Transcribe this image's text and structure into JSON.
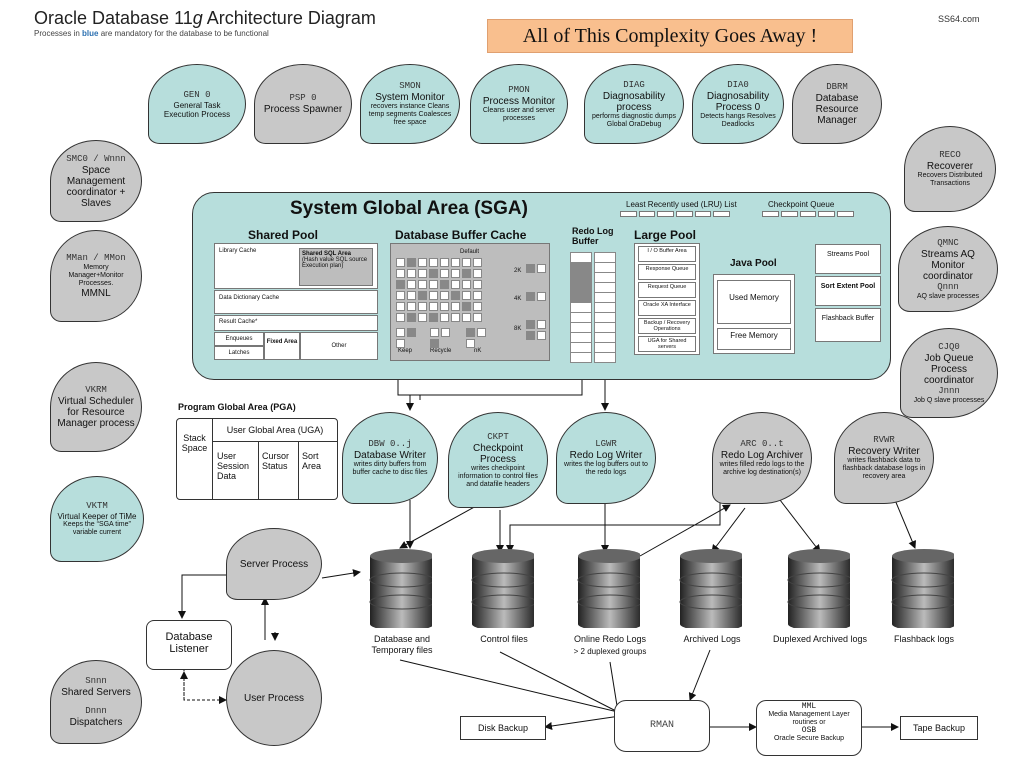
{
  "header": {
    "title_pre": "Oracle Database 11",
    "title_g": "g",
    "title_post": " Architecture Diagram",
    "subtitle_pre": "Processes in ",
    "subtitle_blue": "blue",
    "subtitle_post": " are mandatory for the database to be functional",
    "site": "SS64.com",
    "banner": "All of This Complexity Goes Away !"
  },
  "top_processes": [
    {
      "code": "GEN 0",
      "name": "General Task Execution Process",
      "desc": "",
      "color": "blue"
    },
    {
      "code": "PSP 0",
      "name": "Process Spawner",
      "desc": "",
      "color": "grey"
    },
    {
      "code": "SMON",
      "name": "System Monitor",
      "desc": "recovers instance Cleans temp segments Coalesces free space",
      "color": "blue"
    },
    {
      "code": "PMON",
      "name": "Process Monitor",
      "desc": "Cleans user and server processes",
      "color": "blue"
    },
    {
      "code": "DIAG",
      "name": "Diagnosability process",
      "desc": "performs diagnostic dumps Global OraDebug",
      "color": "blue"
    },
    {
      "code": "DIA0",
      "name": "Diagnosability Process 0",
      "desc": "Detects hangs Resolves Deadlocks",
      "color": "blue"
    },
    {
      "code": "DBRM",
      "name": "Database Resource Manager",
      "desc": "",
      "color": "grey"
    }
  ],
  "left_processes": [
    {
      "code": "SMC0 / Wnnn",
      "name": "Space Management coordinator + Slaves",
      "desc": "",
      "color": "grey"
    },
    {
      "code": "MMan / MMon",
      "name": "MMNL",
      "desc": "Memory Manager+Monitor Processes.",
      "color": "grey"
    },
    {
      "code": "VKRM",
      "name": "Virtual Scheduler for Resource Manager process",
      "desc": "",
      "color": "grey"
    },
    {
      "code": "VKTM",
      "name": "Virtual Keeper of TiMe",
      "desc": "Keeps the “SGA time” variable current",
      "color": "blue"
    },
    {
      "code": "Snnn",
      "name": "Shared Servers",
      "desc": "",
      "color": "grey"
    }
  ],
  "dispatchers": {
    "code": "Dnnn",
    "name": "Dispatchers"
  },
  "right_processes": [
    {
      "code": "RECO",
      "name": "Recoverer",
      "desc": "Recovers Distributed Transactions",
      "color": "grey"
    },
    {
      "code": "QMNC",
      "name": "Streams AQ Monitor coordinator",
      "sub_code": "Qnnn",
      "desc": "AQ slave processes",
      "color": "grey"
    },
    {
      "code": "CJQ0",
      "name": "Job Queue Process coordinator",
      "sub_code": "Jnnn",
      "desc": "Job Q slave processes",
      "color": "grey"
    }
  ],
  "sga": {
    "title": "System Global Area (SGA)",
    "lru": "Least Recently used (LRU) List",
    "checkpoint_queue": "Checkpoint Queue",
    "shared_pool": "Shared Pool",
    "library_cache": "Library Cache",
    "shared_sql": "Shared SQL Area",
    "shared_sql_desc": "(Hash value SQL source Execution plan)",
    "dd_cache": "Data Dictionary Cache",
    "result_cache": "Result Cache*",
    "enqueues": "Enqueues",
    "latches": "Latches",
    "fixed_area": "Fixed Area",
    "other": "Other",
    "buffer_cache": "Database Buffer Cache",
    "default": "Default",
    "keep": "Keep",
    "recycle": "Recycle",
    "nk": "nK",
    "k2": "2K",
    "k4": "4K",
    "k8": "8K",
    "redo_buffer": "Redo Log Buffer",
    "large_pool": "Large Pool",
    "large_items": [
      "I / O Buffer Area",
      "Response Queue",
      "Request Queue",
      "Oracle XA Interface",
      "Backup / Recovery Operations",
      "UGA for Shared servers"
    ],
    "java_pool": "Java Pool",
    "used_memory": "Used Memory",
    "free_memory": "Free Memory",
    "streams_pool": "Streams Pool",
    "sort_extent_pool": "Sort Extent Pool",
    "flashback_buffer": "Flashback Buffer"
  },
  "pga": {
    "title": "Program Global Area (PGA)",
    "stack_space": "Stack Space",
    "uga": "User Global Area (UGA)",
    "user_session": "User Session Data",
    "cursor_status": "Cursor Status",
    "sort_area": "Sort Area"
  },
  "bottom_processes": [
    {
      "code": "DBW 0..j",
      "name": "Database Writer",
      "desc": "writes dirty buffers from buffer cache to disc files",
      "color": "blue"
    },
    {
      "code": "CKPT",
      "name": "Checkpoint Process",
      "desc": "writes checkpoint information to control files and datafile headers",
      "color": "blue"
    },
    {
      "code": "LGWR",
      "name": "Redo Log Writer",
      "desc": "writes the log buffers out to the redo logs",
      "color": "blue"
    },
    {
      "code": "ARC 0..t",
      "name": "Redo Log Archiver",
      "desc": "writes filled redo logs to the archive log destination(s)",
      "color": "grey"
    },
    {
      "code": "RVWR",
      "name": "Recovery Writer",
      "desc": "writes flashback data to flashback database logs in recovery area",
      "color": "grey"
    }
  ],
  "server_process": "Server Process",
  "user_process": "User Process",
  "listener": "Database Listener",
  "files": [
    {
      "name": "Database and Temporary files",
      "sub": ""
    },
    {
      "name": "Control files",
      "sub": ""
    },
    {
      "name": "Online Redo Logs",
      "sub": "> 2 duplexed groups"
    },
    {
      "name": "Archived Logs",
      "sub": ""
    },
    {
      "name": "Duplexed Archived logs",
      "sub": ""
    },
    {
      "name": "Flashback logs",
      "sub": ""
    }
  ],
  "rman": "RMAN",
  "disk_backup": "Disk Backup",
  "tape_backup": "Tape Backup",
  "mml": {
    "code": "MML",
    "desc": "Media Management Layer routines or",
    "osb_code": "OSB",
    "osb": "Oracle Secure Backup"
  },
  "colors": {
    "blue": "#b7dedc",
    "grey": "#c8c8c8",
    "banner": "#f9bf8e"
  }
}
